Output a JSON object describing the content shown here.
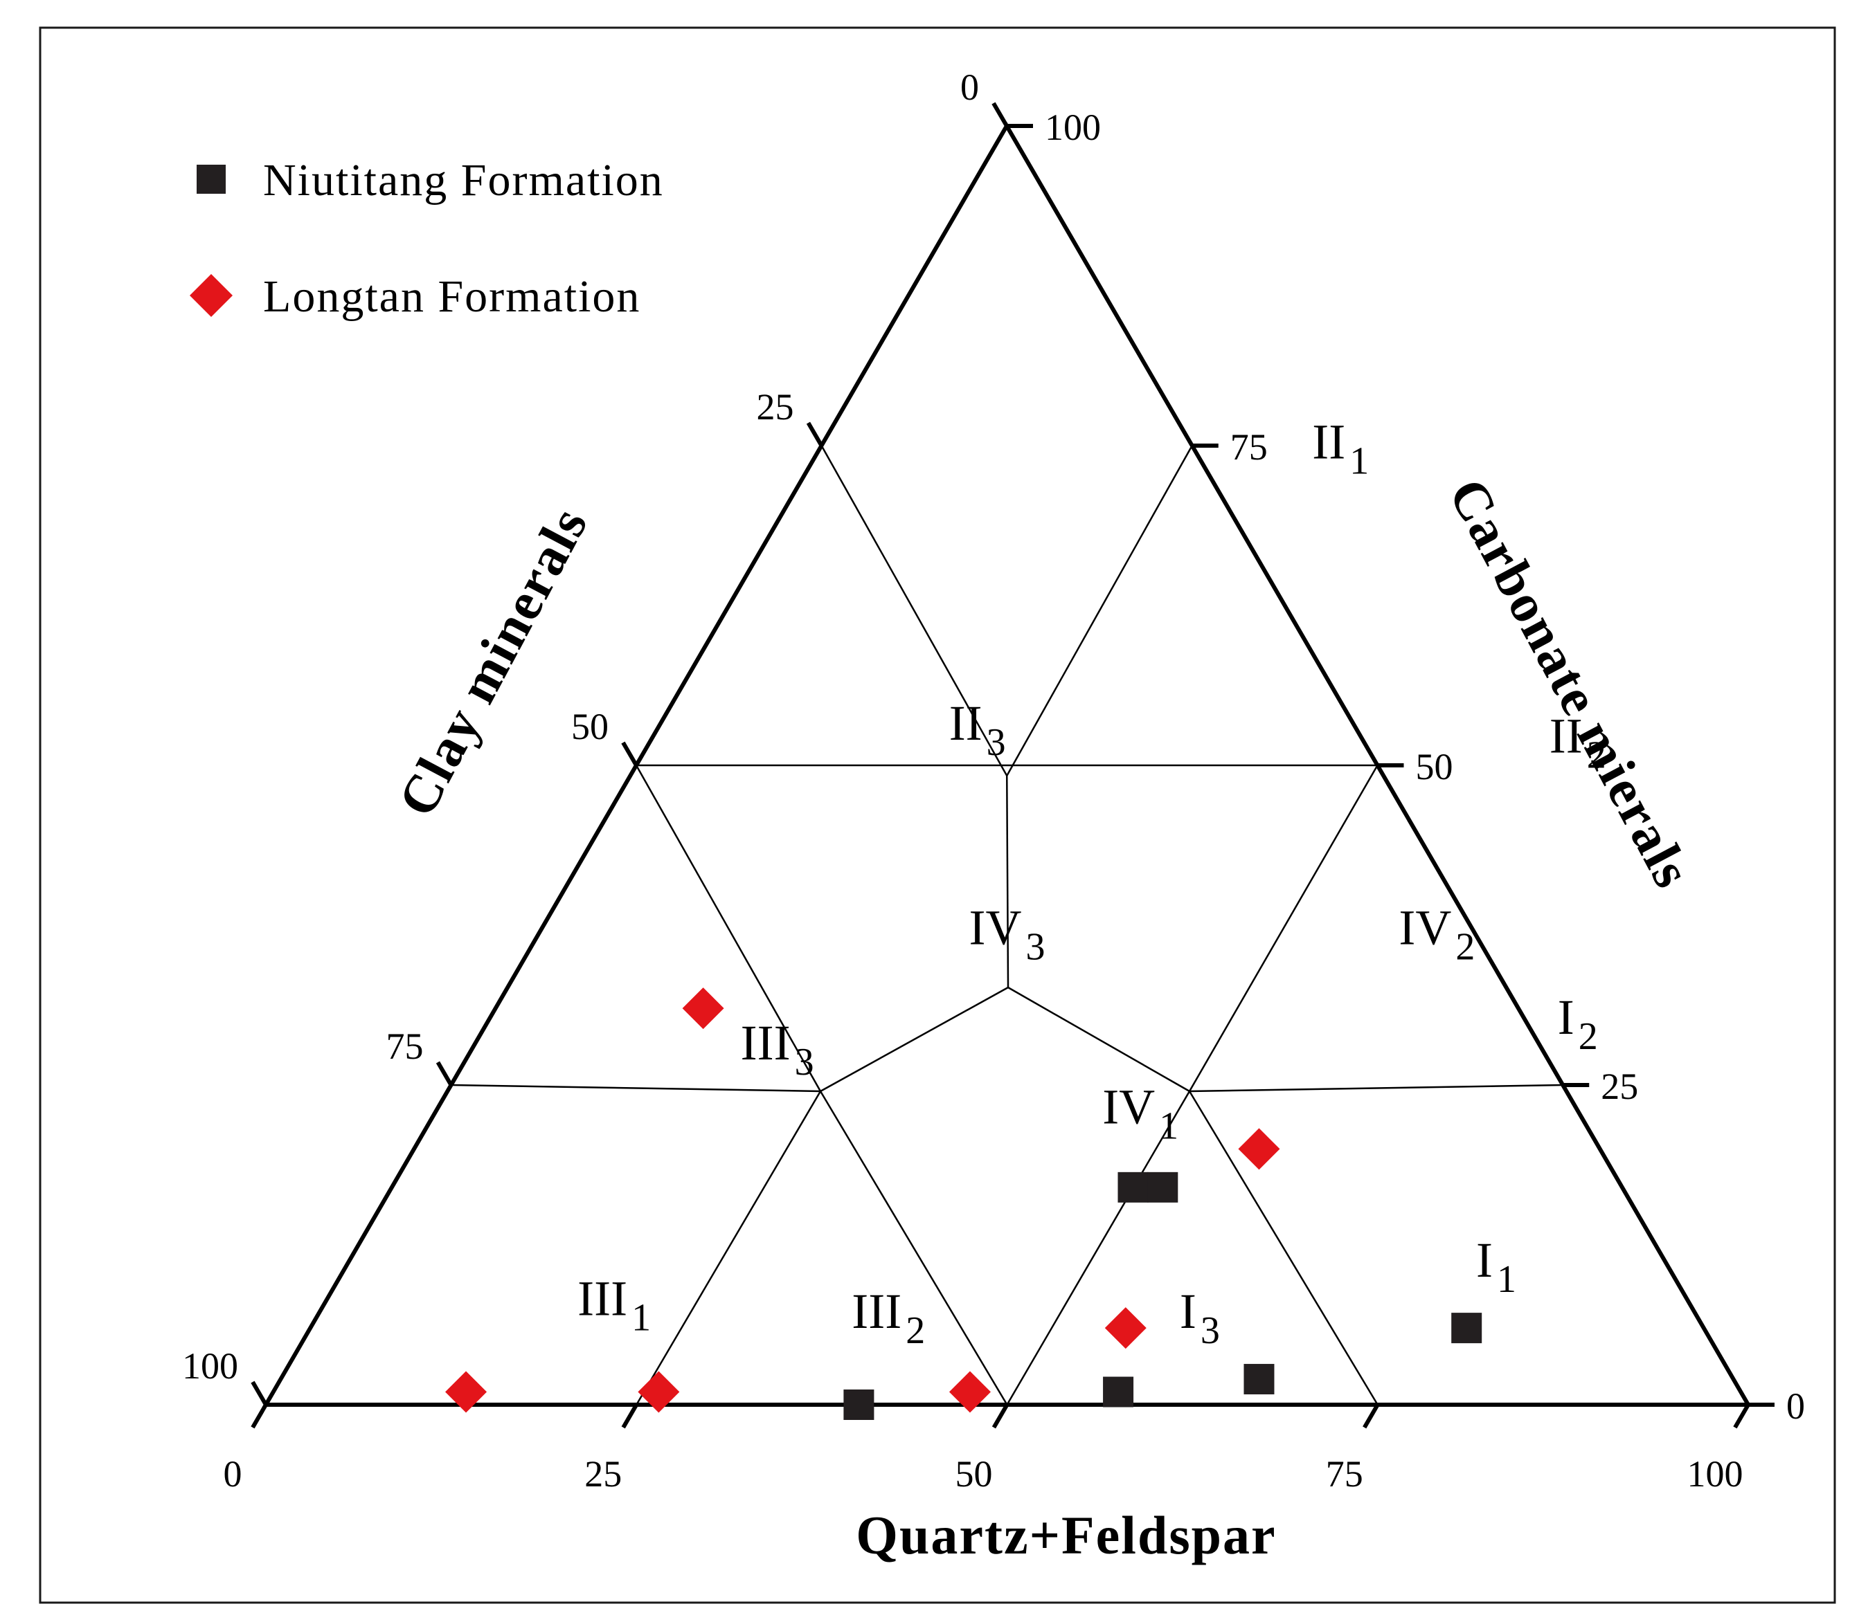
{
  "colors": {
    "niutitang": "#231f20",
    "longtan": "#e3151a"
  },
  "legend": {
    "niutitang_label": "Niutitang Formation",
    "longtan_label": "Longtan Formation"
  },
  "chart_data": {
    "type": "scatter",
    "subtype": "ternary",
    "title": "",
    "axes": {
      "bottom": {
        "label": "Quartz+Feldspar",
        "ticks": [
          "0",
          "25",
          "50",
          "75",
          "100"
        ]
      },
      "left": {
        "label": "Clay  minerals",
        "ticks": [
          "0",
          "25",
          "50",
          "75",
          "100"
        ]
      },
      "right": {
        "label": "Carbonate mierals",
        "ticks": [
          "0",
          "25",
          "50",
          "75",
          "100"
        ]
      }
    },
    "regions": [
      {
        "label": "II",
        "sub": "1"
      },
      {
        "label": "II",
        "sub": "2"
      },
      {
        "label": "II",
        "sub": "3"
      },
      {
        "label": "IV",
        "sub": "1"
      },
      {
        "label": "IV",
        "sub": "2"
      },
      {
        "label": "IV",
        "sub": "3"
      },
      {
        "label": "III",
        "sub": "1"
      },
      {
        "label": "III",
        "sub": "2"
      },
      {
        "label": "III",
        "sub": "3"
      },
      {
        "label": "I",
        "sub": "1"
      },
      {
        "label": "I",
        "sub": "2"
      },
      {
        "label": "I",
        "sub": "3"
      }
    ],
    "legend_position": "top-left",
    "series": [
      {
        "name": "Niutitang Formation",
        "marker": "square",
        "points": [
          {
            "quartz_feldspar": 40,
            "carbonate": 0,
            "clay": 60
          },
          {
            "quartz_feldspar": 50,
            "carbonate": 17,
            "clay": 33
          },
          {
            "quartz_feldspar": 52,
            "carbonate": 17,
            "clay": 31
          },
          {
            "quartz_feldspar": 57,
            "carbonate": 1,
            "clay": 42
          },
          {
            "quartz_feldspar": 66,
            "carbonate": 2,
            "clay": 32
          },
          {
            "quartz_feldspar": 78,
            "carbonate": 6,
            "clay": 16
          }
        ]
      },
      {
        "name": "Longtan Formation",
        "marker": "diamond",
        "points": [
          {
            "quartz_feldspar": 13,
            "carbonate": 1,
            "clay": 86
          },
          {
            "quartz_feldspar": 26,
            "carbonate": 1,
            "clay": 73
          },
          {
            "quartz_feldspar": 47,
            "carbonate": 1,
            "clay": 52
          },
          {
            "quartz_feldspar": 55,
            "carbonate": 6,
            "clay": 39
          },
          {
            "quartz_feldspar": 14,
            "carbonate": 31,
            "clay": 55
          },
          {
            "quartz_feldspar": 57,
            "carbonate": 20,
            "clay": 23
          }
        ]
      }
    ]
  }
}
